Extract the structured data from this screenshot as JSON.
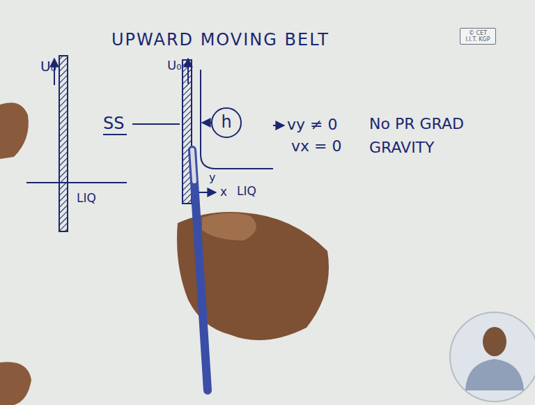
{
  "diagram": {
    "title": "UPWARD MOVING BELT",
    "nodes": [
      {
        "text": [
          "© CET I.I.T. KGP"
        ]
      },
      {
        "text": [
          "h"
        ]
      }
    ],
    "labels": [
      "U₀",
      "LIQ",
      "SS",
      "U₀",
      "LIQ",
      "y",
      "x",
      "vy ≠ 0",
      "vx = 0",
      "No PR GRAD",
      "GRAVITY"
    ]
  }
}
